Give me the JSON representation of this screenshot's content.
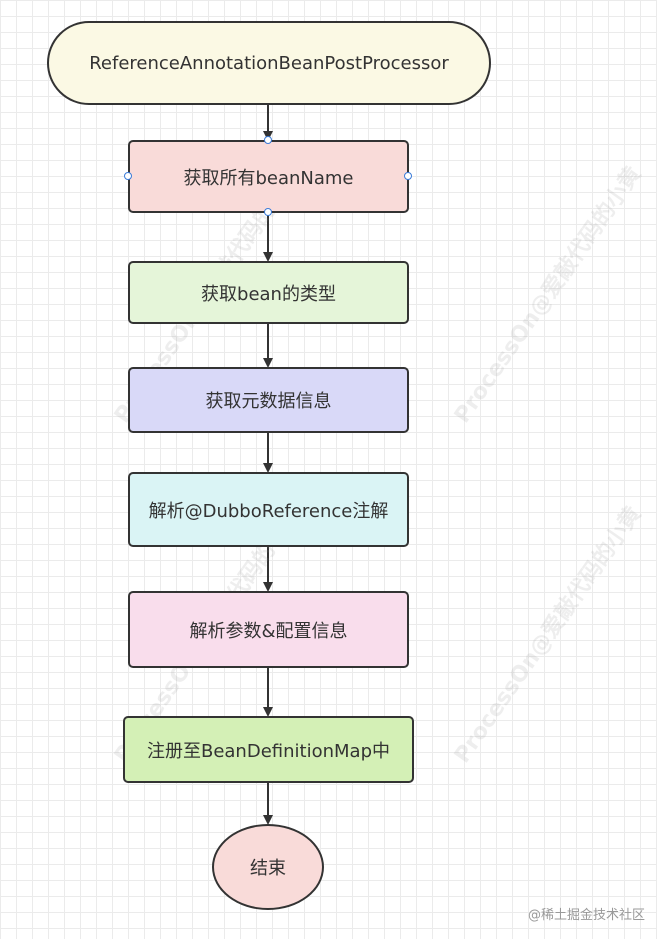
{
  "flowchart": {
    "nodes": [
      {
        "id": "start",
        "label": "ReferenceAnnotationBeanPostProcessor",
        "fill": "#fbf9e4"
      },
      {
        "id": "step1",
        "label": "获取所有beanName",
        "fill": "#f9dbd9"
      },
      {
        "id": "step2",
        "label": "获取bean的类型",
        "fill": "#e5f5d9"
      },
      {
        "id": "step3",
        "label": "获取元数据信息",
        "fill": "#d9d9f8"
      },
      {
        "id": "step4",
        "label": "解析@DubboReference注解",
        "fill": "#daf4f5"
      },
      {
        "id": "step5",
        "label": "解析参数&配置信息",
        "fill": "#f9ddec"
      },
      {
        "id": "step6",
        "label": "注册至BeanDefinitionMap中",
        "fill": "#d4f0b6"
      },
      {
        "id": "end",
        "label": "结束",
        "fill": "#f9dbd9"
      }
    ]
  },
  "watermark": {
    "text": "ProcessOn@爱敲代码的小黄"
  },
  "credit": {
    "text": "@稀土掘金技术社区"
  }
}
